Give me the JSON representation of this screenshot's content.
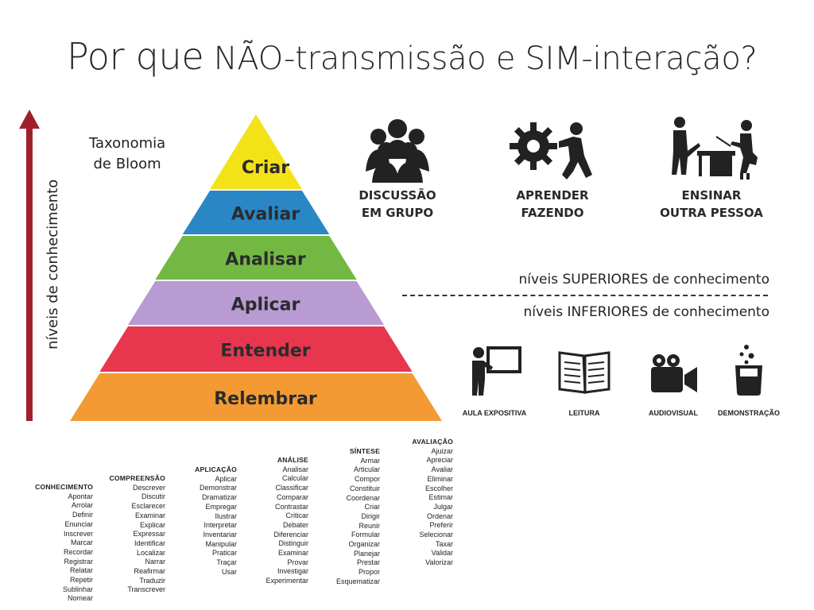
{
  "title": {
    "lead": "Por que",
    "rest": "NÃO-transmissão e SIM-interação?"
  },
  "y_axis_label": "níveis de conhecimento",
  "taxonomy_label": {
    "line1": "Taxonomia",
    "line2": "de Bloom"
  },
  "pyramid_levels": [
    {
      "label": "Criar",
      "color": "#F4E218"
    },
    {
      "label": "Avaliar",
      "color": "#2A87C6"
    },
    {
      "label": "Analisar",
      "color": "#73B843"
    },
    {
      "label": "Aplicar",
      "color": "#B79BD2"
    },
    {
      "label": "Entender",
      "color": "#E8364F"
    },
    {
      "label": "Relembrar",
      "color": "#F39A34"
    }
  ],
  "active_methods": [
    {
      "line1": "DISCUSSÃO",
      "line2": "EM GRUPO",
      "icon": "group-icon"
    },
    {
      "line1": "APRENDER",
      "line2": "FAZENDO",
      "icon": "gears-worker-icon"
    },
    {
      "line1": "ENSINAR",
      "line2": "OUTRA PESSOA",
      "icon": "teaching-desk-icon"
    }
  ],
  "upper_levels_label": "níveis SUPERIORES de conhecimento",
  "lower_levels_label": "níveis INFERIORES de conhecimento",
  "passive_methods": [
    {
      "label": "AULA EXPOSITIVA",
      "icon": "lecture-board-icon"
    },
    {
      "label": "LEITURA",
      "icon": "open-book-icon"
    },
    {
      "label": "AUDIOVISUAL",
      "icon": "video-camera-icon"
    },
    {
      "label": "DEMONSTRAÇÃO",
      "icon": "beaker-icon"
    }
  ],
  "verb_columns": [
    {
      "heading": "CONHECIMENTO",
      "verbs": [
        "Apontar",
        "Arrolar",
        "Definir",
        "Enunciar",
        "Inscrever",
        "Marcar",
        "Recordar",
        "Registrar",
        "Relatar",
        "Repetir",
        "Sublinhar",
        "Nomear"
      ]
    },
    {
      "heading": "COMPREENSÃO",
      "verbs": [
        "Descrever",
        "Discutir",
        "Esclarecer",
        "Examinar",
        "Explicar",
        "Expressar",
        "Identificar",
        "Localizar",
        "Narrar",
        "Reafirmar",
        "Traduzir",
        "Transcrever"
      ]
    },
    {
      "heading": "APLICAÇÃO",
      "verbs": [
        "Aplicar",
        "Demonstrar",
        "Dramatizar",
        "Empregar",
        "Ilustrar",
        "Interpretar",
        "Inventariar",
        "Manipular",
        "Praticar",
        "Traçar",
        "Usar"
      ]
    },
    {
      "heading": "ANÁLISE",
      "verbs": [
        "Analisar",
        "Calcular",
        "Classificar",
        "Comparar",
        "Contrastar",
        "Criticar",
        "Debater",
        "Diferenciar",
        "Distinguir",
        "Examinar",
        "Provar",
        "Investigar",
        "Experimentar"
      ]
    },
    {
      "heading": "SÍNTESE",
      "verbs": [
        "Armar",
        "Articular",
        "Compor",
        "Constituir",
        "Coordenar",
        "Criar",
        "Dirigir",
        "Reunir",
        "Formular",
        "Organizar",
        "Planejar",
        "Prestar",
        "Propor",
        "Esquematizar"
      ]
    },
    {
      "heading": "AVALIAÇÃO",
      "verbs": [
        "Ajuizar",
        "Apreciar",
        "Avaliar",
        "Eliminar",
        "Escolher",
        "Estimar",
        "Julgar",
        "Ordenar",
        "Preferir",
        "Selecionar",
        "Taxar",
        "Validar",
        "Valorizar"
      ]
    }
  ],
  "colors": {
    "arrow": "#A0202A",
    "icon": "#222222"
  }
}
